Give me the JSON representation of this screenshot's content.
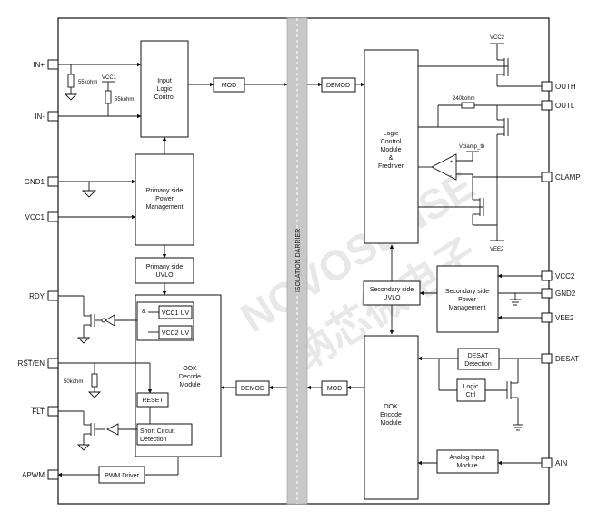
{
  "colors": {
    "line": "#111111",
    "barrier": "#c8c8c8",
    "watermark": "#d6d6d6",
    "background": "#ffffff"
  },
  "left_pins": {
    "in_plus": "IN+",
    "in_minus": "IN-",
    "gnd1": "GND1",
    "vcc1": "VCC1",
    "rdy": "RDY",
    "rst_en": "RST/EN",
    "flt": "FLT",
    "apwm": "APWM"
  },
  "right_pins": {
    "outh": "OUTH",
    "outl": "OUTL",
    "clamp": "CLAMP",
    "vcc2": "VCC2",
    "gnd2": "GND2",
    "vee2": "VEE2",
    "desat": "DESAT",
    "ain": "AIN"
  },
  "labels": {
    "r1": "55kohm",
    "r2": "55kohm",
    "vcc1_small": "VCC1",
    "r_rst": "50kohm",
    "vcc2_top": "VCC2",
    "r_240k": "240kohm",
    "vclamp": "Vclamp_th",
    "vee2_bottom": "VEE2",
    "and_sym": "&",
    "op_plus": "+",
    "op_minus": "-"
  },
  "blocks": {
    "input_logic": [
      "Input",
      "Logic",
      "Control"
    ],
    "mod_left": "MOD",
    "demod_right": "DEMOD",
    "primary_pm": [
      "Primany side",
      "Power",
      "Management"
    ],
    "primary_uvlo": [
      "Primany side",
      "UVLO"
    ],
    "vcc1uv": "VCC1 UV",
    "vcc2uv": "VCC2 UV",
    "ook_decode": [
      "OOK",
      "Decode",
      "Module"
    ],
    "reset": "RESET",
    "short_circuit": [
      "Short Circuit",
      "Detection"
    ],
    "pwm_driver": "PWM Driver",
    "demod_left": "DEMOD",
    "mod_right": "MOD",
    "isolation": "ISOLATION DARRIER",
    "logic_control": [
      "Logic",
      "Control",
      "Module",
      "&",
      "Fredriver"
    ],
    "secondary_uvlo": [
      "Secondary side",
      "UVLO"
    ],
    "secondary_pm": [
      "Secondary side",
      "Power",
      "Management"
    ],
    "ook_encode": [
      "OOK",
      "Encode",
      "Module"
    ],
    "desat_det": [
      "DESAT",
      "Detection"
    ],
    "logic_ctrl": [
      "Logic",
      "Ctrl"
    ],
    "analog_input": [
      "Analog Input",
      "Module"
    ]
  },
  "watermark": {
    "latin": "NOVOSENSE",
    "cjk": "纳芯微电子"
  }
}
